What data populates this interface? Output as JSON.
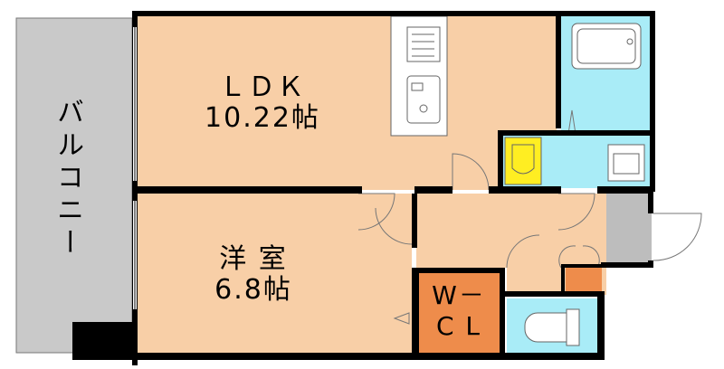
{
  "rooms": {
    "ldk": {
      "name": "ＬＤＫ",
      "size": "10.22帖"
    },
    "bedroom": {
      "name": "洋 室",
      "size": "6.8帖"
    },
    "closet": {
      "line1": "W－",
      "line2": "C L"
    },
    "balcony": {
      "name": "バルコニー"
    }
  },
  "colors": {
    "room_floor": "#f8cfa7",
    "wet_area": "#a9ecf7",
    "closet": "#ee8c4b",
    "balcony": "#c9c9c9",
    "wall": "#000000",
    "entry_floor": "#bdbdbd",
    "washbasin": "#ffee22"
  }
}
